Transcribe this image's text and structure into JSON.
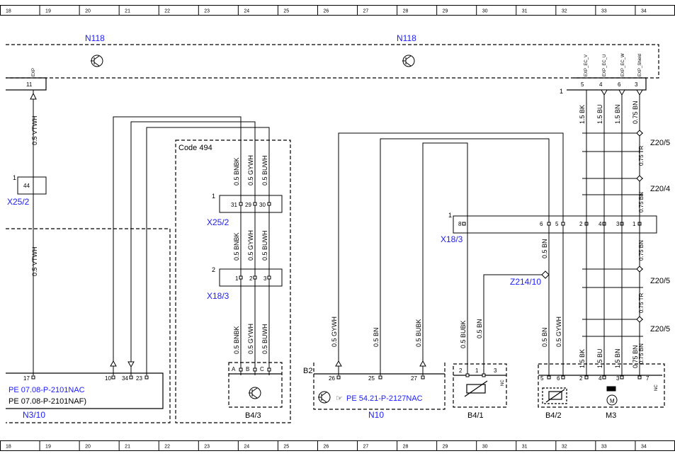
{
  "rulers": {
    "cells": [
      "18",
      "19",
      "20",
      "21",
      "22",
      "23",
      "24",
      "25",
      "26",
      "27",
      "28",
      "29",
      "30",
      "31",
      "32",
      "33",
      "34"
    ]
  },
  "modules": {
    "n118_left": "N118",
    "n118_right": "N118",
    "n118_pins_left": [
      "11"
    ],
    "n118_pins_right": [
      "5",
      "4",
      "6",
      "3"
    ],
    "n118_pin_labels_right": [
      "EXP_EC_V",
      "EXP_EC_U",
      "EXP_EC_W",
      "EXP_Shield"
    ],
    "n118_pin_label_left": "EXP",
    "n118_connector_num": "1",
    "x25_2_left": "X25/2",
    "x25_2_left_pin": "44",
    "x25_2_left_num": "1",
    "code494": "Code 494",
    "x25_2_mid": "X25/2",
    "x25_2_mid_pins": [
      "31",
      "29",
      "30"
    ],
    "x25_2_mid_num": "1",
    "x18_3_mid": "X18/3",
    "x18_3_mid_pins": [
      "1",
      "2",
      "3"
    ],
    "x18_3_mid_num": "2",
    "x18_3_right": "X18/3",
    "x18_3_right_pins": [
      "8",
      "6",
      "5",
      "2",
      "4",
      "3",
      "1"
    ],
    "x18_3_right_num": "1",
    "z214_10": "Z214/10",
    "z20_labels": [
      "Z20/5",
      "Z20/4",
      "Z20/5",
      "Z20/5"
    ],
    "n3_10": "N3/10",
    "n3_10_pins": [
      "17",
      "10",
      "34",
      "23"
    ],
    "n3_10_ref1": "PE 07.08-P-2101NAC",
    "n3_10_ref2": "PE 07.08-P-2101NAF)",
    "b4_3": "B4/3",
    "b4_3_pins": [
      "A",
      "B",
      "C"
    ],
    "b2": "B2",
    "n10": "N10",
    "n10_pins": [
      "26",
      "25",
      "27"
    ],
    "n10_ref": "PE 54.21-P-2127NAC",
    "b4_1": "B4/1",
    "b4_1_pins": [
      "2",
      "1",
      "3"
    ],
    "b4_1_nc": "NC",
    "b4_2": "B4/2",
    "b4_2_pins": [
      "5",
      "6"
    ],
    "m3": "M3",
    "m3_pins": [
      "2",
      "4",
      "3",
      "7"
    ],
    "m3_nc": "NC"
  },
  "wires": {
    "vtwh1": "0.5 VTWH",
    "vtwh2": "0.5 VTWH",
    "bnbk1": "0.5 BNBK",
    "gywh1": "0.5 GYWH",
    "buwh1": "0.5 BUWH",
    "bnbk2": "0.5 BNBK",
    "gywh2": "0.5 GYWH",
    "buwh2": "0.5 BUWH",
    "bnbk3": "0.5 BNBK",
    "gywh3": "0.5 GYWH",
    "buwh3": "0.5 BUWH",
    "n10_gywh": "0.5 GYWH",
    "n10_bn": "0.5 BN",
    "n10_bubk": "0.5 BUBK",
    "b41_bubk": "0.5 BUBK",
    "b41_bn": "0.5 BN",
    "b42_bn_top": "0.5 BN",
    "b42_bn": "0.5 BN",
    "b42_gywh": "0.5 GYWH",
    "m3_top": [
      "1.5 BK",
      "1.5 BU",
      "1.5 BN",
      "0.75 BN"
    ],
    "m3_bot": [
      "1.5 BK",
      "1.5 BU",
      "1.5 BN",
      "0.75 BN"
    ],
    "shield_tr1": "0.75 TR",
    "shield_bn1": "0.75 BN",
    "shield_bn2": "0.75 BN",
    "shield_bn3": "0.75 BN",
    "shield_tr2": "0.75 TR"
  }
}
